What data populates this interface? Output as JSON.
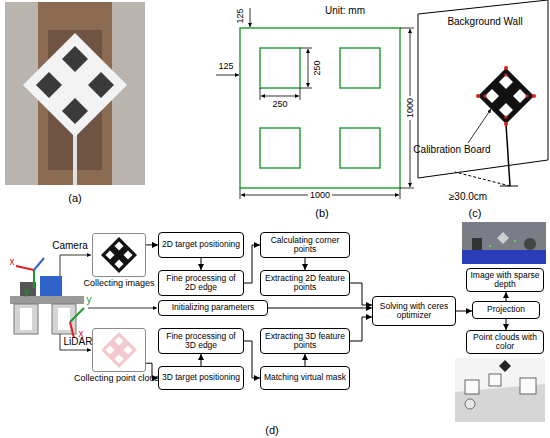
{
  "diagram": {
    "nodes": [
      {
        "text": [
          "Collecting images"
        ]
      },
      {
        "text": [
          "2D target positioning"
        ]
      },
      {
        "text": [
          "Fine processing of 2D edge"
        ]
      },
      {
        "text": [
          "Calculating corner points"
        ]
      },
      {
        "text": [
          "Extracting 2D feature points"
        ]
      },
      {
        "text": [
          "Initializing parameters"
        ]
      },
      {
        "text": [
          "Solving with ceres optimizer"
        ]
      },
      {
        "text": [
          "Projection"
        ]
      },
      {
        "text": [
          "Image with sparse depth"
        ]
      },
      {
        "text": [
          "Point clouds with color"
        ]
      },
      {
        "text": [
          "Collecting point clouds"
        ]
      },
      {
        "text": [
          "Fine processing of 3D edge"
        ]
      },
      {
        "text": [
          "3D target positioning"
        ]
      },
      {
        "text": [
          "Extracting 3D feature points"
        ]
      },
      {
        "text": [
          "Matching virtual mask"
        ]
      }
    ],
    "edges": [
      {
        "from": 0,
        "to": 1,
        "arrow": "to"
      },
      {
        "from": 1,
        "to": 2,
        "arrow": "to"
      },
      {
        "from": 2,
        "to": 3,
        "arrow": "to"
      },
      {
        "from": 3,
        "to": 4,
        "arrow": "to"
      },
      {
        "from": 4,
        "to": 6,
        "arrow": "to"
      },
      {
        "from": 5,
        "to": 6,
        "arrow": "to"
      },
      {
        "from": 10,
        "to": 12,
        "arrow": "to"
      },
      {
        "from": 12,
        "to": 11,
        "arrow": "to"
      },
      {
        "from": 11,
        "to": 14,
        "arrow": "to"
      },
      {
        "from": 14,
        "to": 13,
        "arrow": "to"
      },
      {
        "from": 13,
        "to": 6,
        "arrow": "to"
      },
      {
        "from": 6,
        "to": 7,
        "arrow": "to"
      },
      {
        "from": 7,
        "to": 8,
        "arrow": "to"
      },
      {
        "from": 7,
        "to": 9,
        "arrow": "to"
      }
    ],
    "labels": [
      "(a)",
      "Unit: mm",
      "125",
      "125",
      "250",
      "250",
      "1000",
      "1000",
      "(b)",
      "Background Wall",
      "Calibration Board",
      "≥30.0cm",
      "(c)",
      "Camera",
      "LiDAR",
      "x",
      "y",
      "y",
      "x",
      "(d)"
    ]
  }
}
